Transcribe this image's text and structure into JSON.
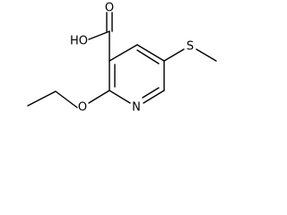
{
  "molecule": {
    "atoms": {
      "hydroxyl": "HO",
      "carbonyl_oxygen": "O",
      "ring_nitrogen": "N",
      "ether_oxygen": "O",
      "sulfur": "S"
    }
  }
}
